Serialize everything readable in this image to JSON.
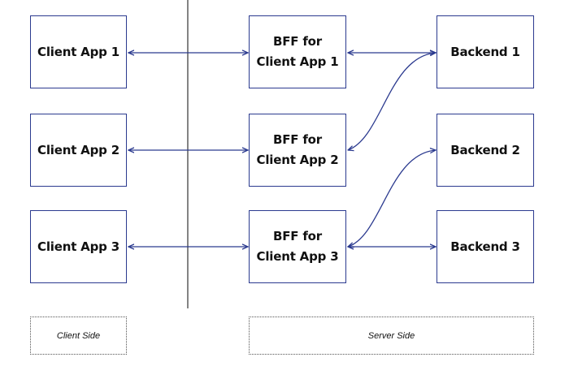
{
  "diagram": {
    "clients": [
      {
        "label": "Client App 1"
      },
      {
        "label": "Client App 2"
      },
      {
        "label": "Client App 3"
      }
    ],
    "bffs": [
      {
        "label": "BFF for Client App 1"
      },
      {
        "label": "BFF for Client App 2"
      },
      {
        "label": "BFF for Client App 3"
      }
    ],
    "backends": [
      {
        "label": "Backend 1"
      },
      {
        "label": "Backend 2"
      },
      {
        "label": "Backend 3"
      }
    ],
    "zones": {
      "client_side": "Client Side",
      "server_side": "Server Side"
    },
    "colors": {
      "box_border": "#2b3a8f",
      "arrow": "#2b3a8f",
      "divider": "#333333",
      "zone_border": "#555555"
    }
  }
}
